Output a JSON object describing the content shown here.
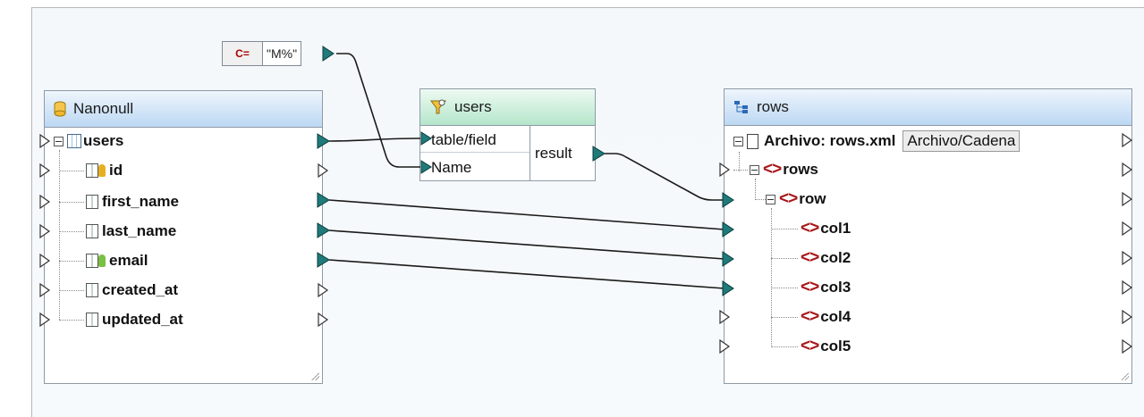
{
  "constant": {
    "type_label": "C=",
    "value": "\"M%\""
  },
  "source": {
    "title": "Nanonull",
    "root": "users",
    "fields": [
      "id",
      "first_name",
      "last_name",
      "email",
      "created_at",
      "updated_at"
    ]
  },
  "filter": {
    "title": "users",
    "inputs": [
      "table/field",
      "Name"
    ],
    "output": "result"
  },
  "target": {
    "title": "rows",
    "file_label": "Archivo: rows.xml",
    "file_button": "Archivo/Cadena",
    "root": "rows",
    "row": "row",
    "cols": [
      "col1",
      "col2",
      "col3",
      "col4",
      "col5"
    ]
  },
  "colors": {
    "wire": "#1a1a1a",
    "connector": "#1f7a7a",
    "xml_icon": "#a8181a"
  },
  "icons": [
    "database-icon",
    "table-icon",
    "column-icon",
    "key-icon",
    "filter-icon",
    "schema-icon",
    "file-icon",
    "xml-element-icon",
    "expander-icon"
  ]
}
